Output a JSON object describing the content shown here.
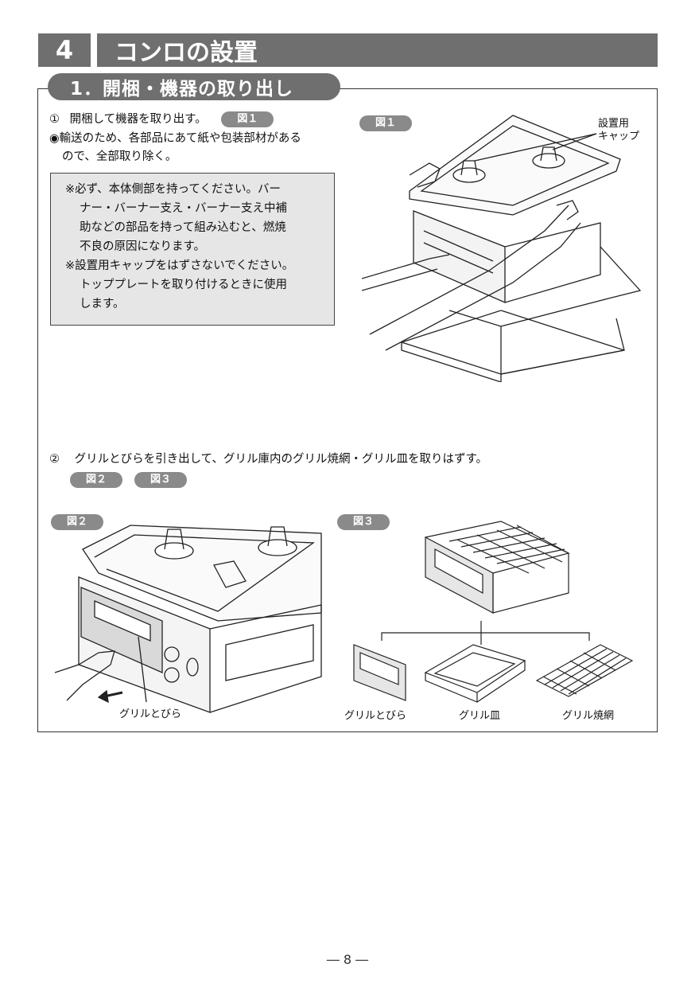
{
  "chapter": {
    "number": "4",
    "title": "コンロの設置"
  },
  "section": {
    "title": "1．開梱・機器の取り出し"
  },
  "step1": {
    "marker": "①",
    "text": "開梱して機器を取り出す。",
    "badge": "図１",
    "bullet_marker": "◉",
    "bullet_line1": "輸送のため、各部品にあて紙や包装部材がある",
    "bullet_line2": "ので、全部取り除く。"
  },
  "notes": {
    "line1": "※必ず、本体側部を持ってください。バー",
    "line2": "ナー・バーナー支え・バーナー支え中補",
    "line3": "助などの部品を持って組み込むと、燃焼",
    "line4": "不良の原因になります。",
    "line5": "※設置用キャップをはずさないでください。",
    "line6": "トッププレートを取り付けるときに使用",
    "line7": "します。"
  },
  "fig1": {
    "badge": "図１",
    "label_line1": "設置用",
    "label_line2": "キャップ"
  },
  "step2": {
    "marker": "②",
    "text": "グリルとびらを引き出して、グリル庫内のグリル焼網・グリル皿を取りはずす。",
    "badge_a": "図２",
    "badge_b": "図３"
  },
  "fig2": {
    "badge": "図２",
    "label": "グリルとびら"
  },
  "fig3": {
    "badge": "図３",
    "label_door": "グリルとびら",
    "label_tray": "グリル皿",
    "label_grill": "グリル焼網"
  },
  "page": {
    "number": "― 8 ―"
  }
}
